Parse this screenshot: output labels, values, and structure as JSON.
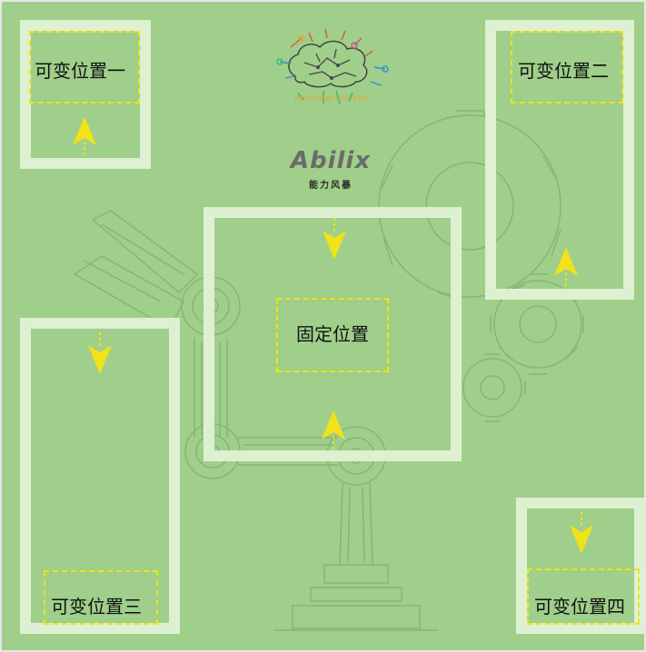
{
  "board": {
    "colors": {
      "field": "#9fcf8a",
      "zone_outline": "#def0d2",
      "marker": "#f1e21a",
      "deco_line": "#82b274"
    },
    "zones": {
      "variable_1": {
        "label": "可变位置一",
        "arrow_direction": "up"
      },
      "variable_2": {
        "label": "可变位置二",
        "arrow_direction": "up"
      },
      "variable_3": {
        "label": "可变位置三",
        "arrow_direction": "down"
      },
      "variable_4": {
        "label": "可变位置四",
        "arrow_direction": "down"
      },
      "fixed": {
        "label": "固定位置",
        "arrow_directions": [
          "down",
          "up"
        ]
      }
    }
  },
  "logo": {
    "emblem_icon": "brain-circuit-icon",
    "tagline": "INFORMATION ERA",
    "brand": "Abilix",
    "brand_cn": "能力风暴"
  },
  "decorations": [
    "robot-arm-icon",
    "gear-icon"
  ]
}
